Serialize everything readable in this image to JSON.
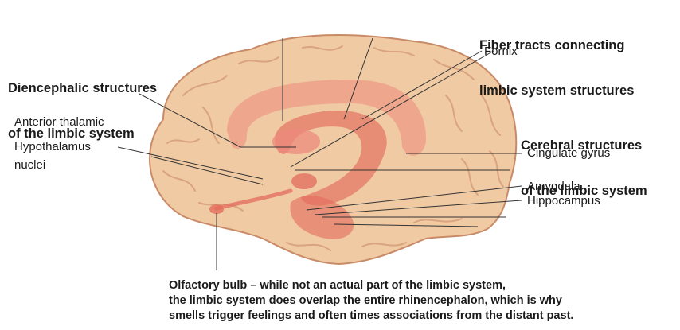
{
  "colors": {
    "brain": "#f0caa3",
    "brain_edge": "#c98b67",
    "limbic": "#ec8a7c",
    "limbic_dark": "#e36b5c",
    "leader": "#333333"
  },
  "headings": {
    "fiber_tracts": [
      "Fiber tracts connecting",
      "limbic system structures"
    ],
    "diencephalic": [
      "Diencephalic structures",
      "of the limbic system"
    ],
    "cerebral": [
      "Cerebral structures",
      "of the limbic system"
    ]
  },
  "labels": {
    "fornix": "Fornix",
    "anterior_thalamic": [
      "Anterior thalamic",
      "nuclei"
    ],
    "hypothalamus": "Hypothalamus",
    "cingulate": "Cingulate gyrus",
    "amygdala": "Amygdala",
    "hippocampus": "Hippocampus"
  },
  "caption": [
    "Olfactory bulb – while not an actual part of the limbic system,",
    "the limbic system does overlap the entire rhinencephalon, which is why",
    "smells trigger feelings and often times associations from the distant past."
  ]
}
